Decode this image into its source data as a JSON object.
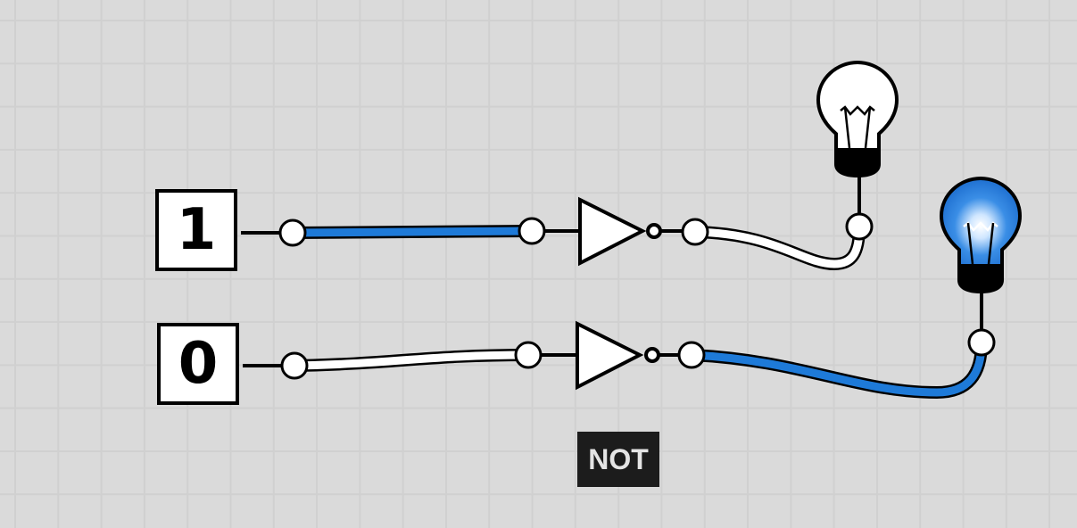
{
  "switches": [
    {
      "id": "a",
      "value": "1"
    },
    {
      "id": "b",
      "value": "0"
    }
  ],
  "gate_label": "NOT",
  "colors": {
    "background": "#dadada",
    "grid": "#d0d0d0",
    "wire_on": "#1e7ad8",
    "wire_off": "#ffffff",
    "bulb_on": "#1e7ad8",
    "bulb_off": "#ffffff",
    "label_bg": "#1c1c1c"
  },
  "circuits": [
    {
      "input": "1",
      "gate": "NOT",
      "output": "0",
      "bulb_lit": false
    },
    {
      "input": "0",
      "gate": "NOT",
      "output": "1",
      "bulb_lit": true
    }
  ]
}
